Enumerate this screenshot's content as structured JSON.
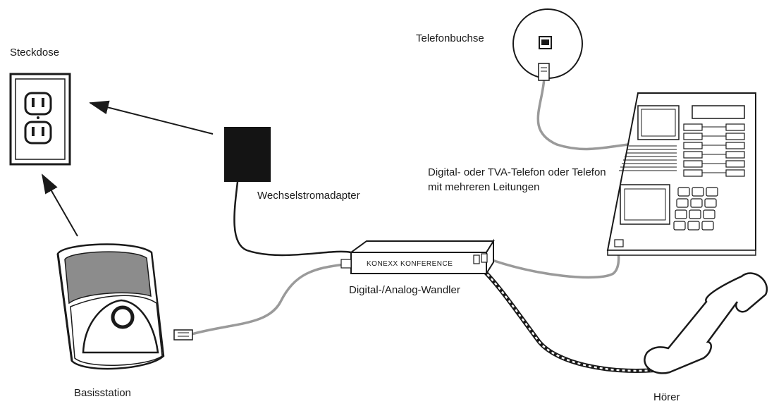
{
  "labels": {
    "outlet": "Steckdose",
    "ac_adapter": "Wechselstromadapter",
    "phone_jack": "Telefonbuchse",
    "desk_phone": "Digital- oder TVA-Telefon oder Telefon mit mehreren Leitungen",
    "converter": "Digital-/Analog-Wandler",
    "converter_brand": "KONEXX KONFERENCE",
    "base_station": "Basisstation",
    "handset": "Hörer"
  },
  "colors": {
    "line": "#1a1a1a",
    "cord_gray": "#9a9a9a",
    "adapter_fill": "#141414",
    "base_top": "#8c8c8c"
  },
  "icons": {
    "outlet": "wall-outlet-icon",
    "adapter": "power-adapter-icon",
    "jack": "phone-jack-icon",
    "phone": "desk-phone-icon",
    "converter": "converter-box-icon",
    "base": "base-station-icon",
    "handset": "handset-icon"
  }
}
